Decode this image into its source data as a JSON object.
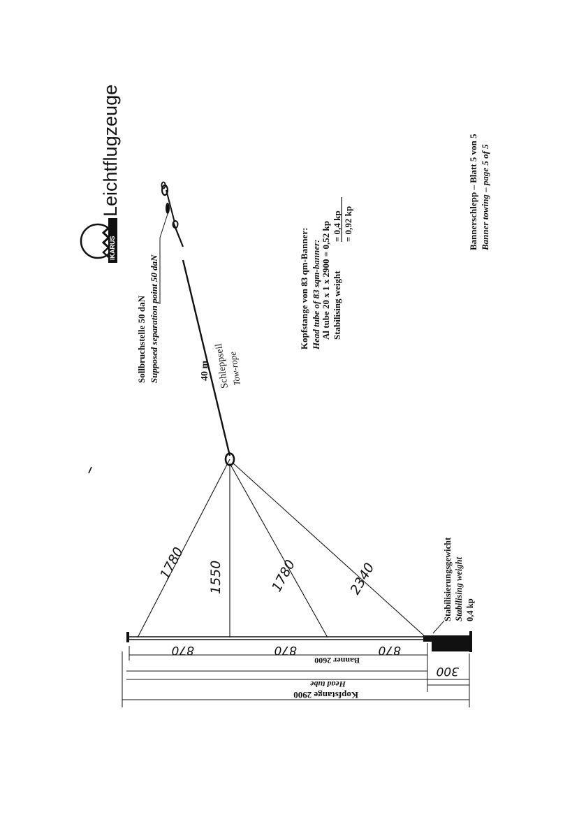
{
  "logo": {
    "brand_text": "IKARUS",
    "company": "Leichtflugzeuge"
  },
  "separation_point": {
    "de": "Sollbruchstelle 50 daN",
    "en": "Supposed separation point 50 daN"
  },
  "tow_rope": {
    "length": "40 m",
    "de": "Schleppseil",
    "en": "Tow-rope"
  },
  "head_tube_info": {
    "title_de": "Kopfstange von 83 qm-Banner:",
    "title_en": "Head tube of 83 sqm-banner:",
    "line1": "Al tube 20 x 1 x 2900 = 0,52 kp",
    "line2_label": "Stabilising weight",
    "line2_value": "= 0,4 kp",
    "line3": "= 0,92 kp"
  },
  "footer": {
    "de": "Bannerschlepp – Blatt 5 von 5",
    "en": "Banner towing – page 5 of 5"
  },
  "bridle_lengths": [
    "1780",
    "1550",
    "1780",
    "2340"
  ],
  "segments": [
    "870",
    "870",
    "870",
    "300"
  ],
  "banner_dim": "Banner 2600",
  "head_tube_dim": {
    "de": "Kopfstange 2900",
    "en": "Head tube"
  },
  "stabilising_weight": {
    "de": "Stabilisierungsgewicht",
    "en": "Stabilising weight",
    "value": "0,4 kp"
  }
}
